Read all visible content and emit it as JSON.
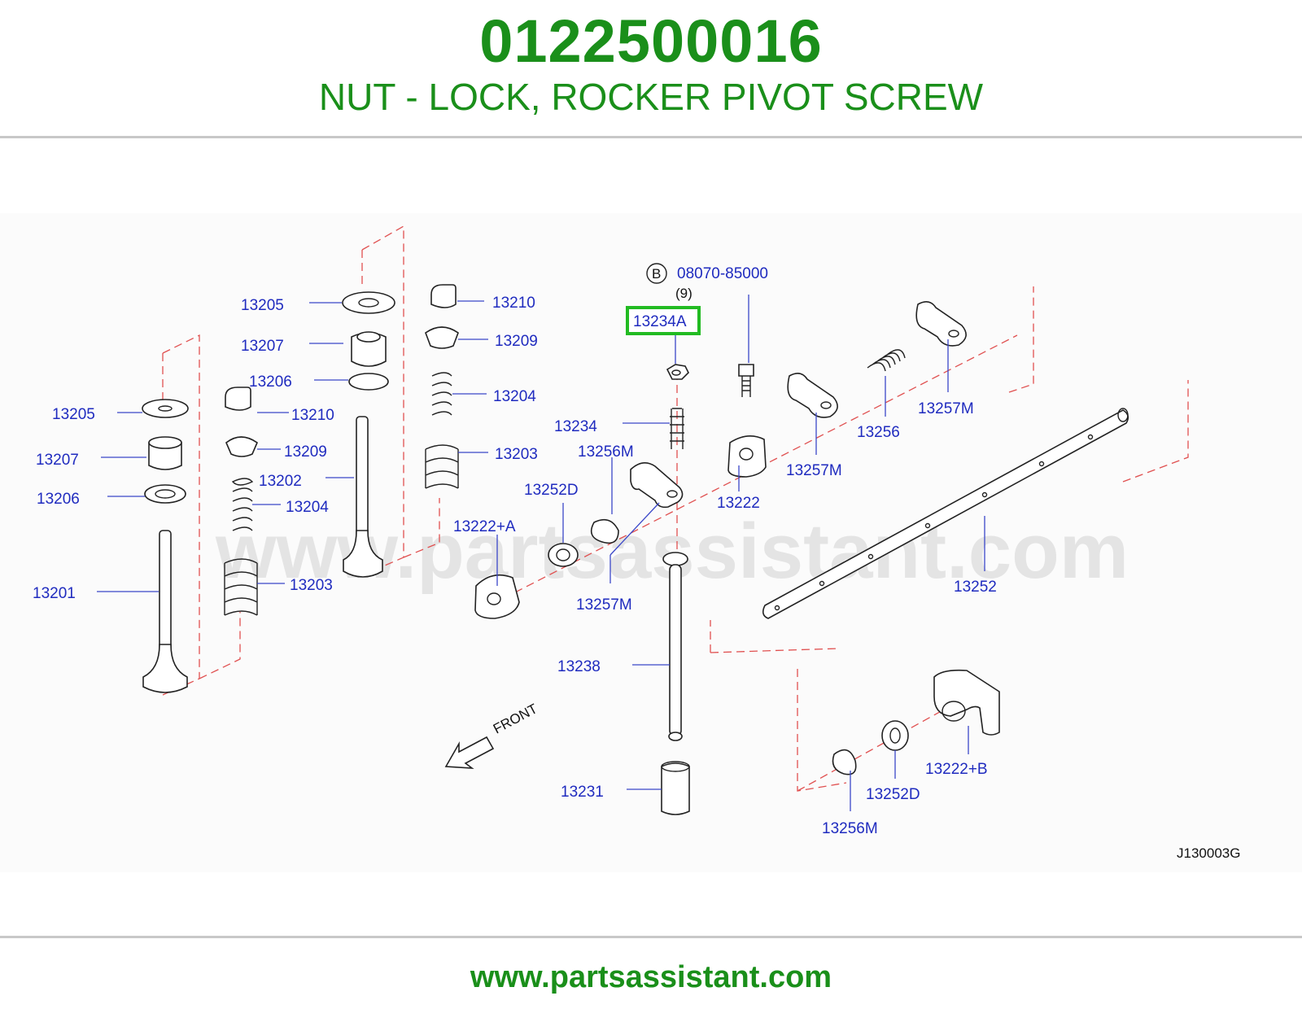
{
  "header": {
    "part_number": "0122500016",
    "part_description": "NUT - LOCK, ROCKER PIVOT SCREW"
  },
  "footer": {
    "url": "www.partsassistant.com"
  },
  "diagram": {
    "watermark": "www.partsassistant.com",
    "diagram_code": "J130003G",
    "direction_label": "FRONT",
    "bolt_marker": "B",
    "bolt_number": "08070-85000",
    "bolt_qty": "(9)",
    "highlighted_label": "13234A",
    "highlight_color": "#22bb22",
    "callouts": [
      "13205",
      "13207",
      "13206",
      "13205",
      "13207",
      "13206",
      "13201",
      "13210",
      "13209",
      "13202",
      "13204",
      "13203",
      "13210",
      "13209",
      "13204",
      "13203",
      "13234",
      "13256M",
      "13252D",
      "13222+A",
      "13257M",
      "13238",
      "13231",
      "13222",
      "13257M",
      "13256",
      "13257M",
      "13252",
      "13222+B",
      "13252D",
      "13256M"
    ]
  }
}
